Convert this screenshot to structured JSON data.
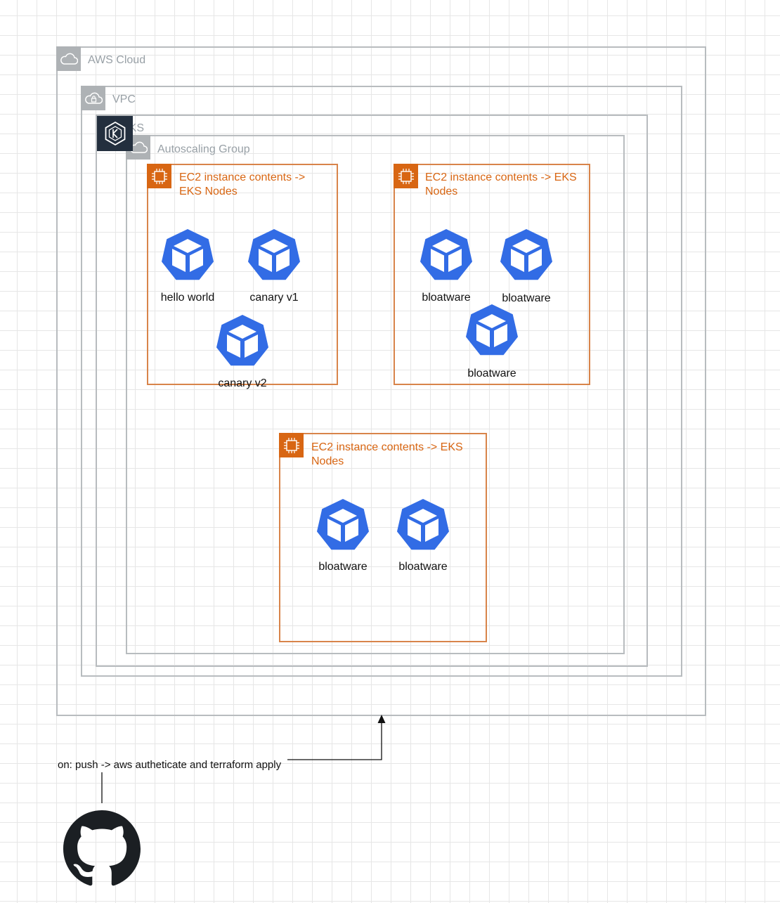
{
  "groups": {
    "aws_cloud": "AWS Cloud",
    "vpc": "VPC",
    "eks": "EKS",
    "autoscaling": "Autoscaling Group"
  },
  "instances": [
    {
      "label_line1": "EC2 instance contents ->",
      "label_line2": "EKS Nodes",
      "pods": [
        "hello world",
        "canary v1",
        "canary v2"
      ]
    },
    {
      "label_line1": "EC2 instance contents -> EKS",
      "label_line2": "Nodes",
      "pods": [
        "bloatware",
        "bloatware",
        "bloatware"
      ]
    },
    {
      "label_line1": "EC2 instance contents -> EKS",
      "label_line2": "Nodes",
      "pods": [
        "bloatware",
        "bloatware"
      ]
    }
  ],
  "pipeline": {
    "trigger_label": "on: push -> aws autheticate and terraform apply",
    "source_icon": "github-icon"
  },
  "colors": {
    "group_border": "#b8bcbf",
    "ec2_accent": "#d86613",
    "pod_blue": "#326ce5",
    "eks_dark": "#232f3e"
  }
}
